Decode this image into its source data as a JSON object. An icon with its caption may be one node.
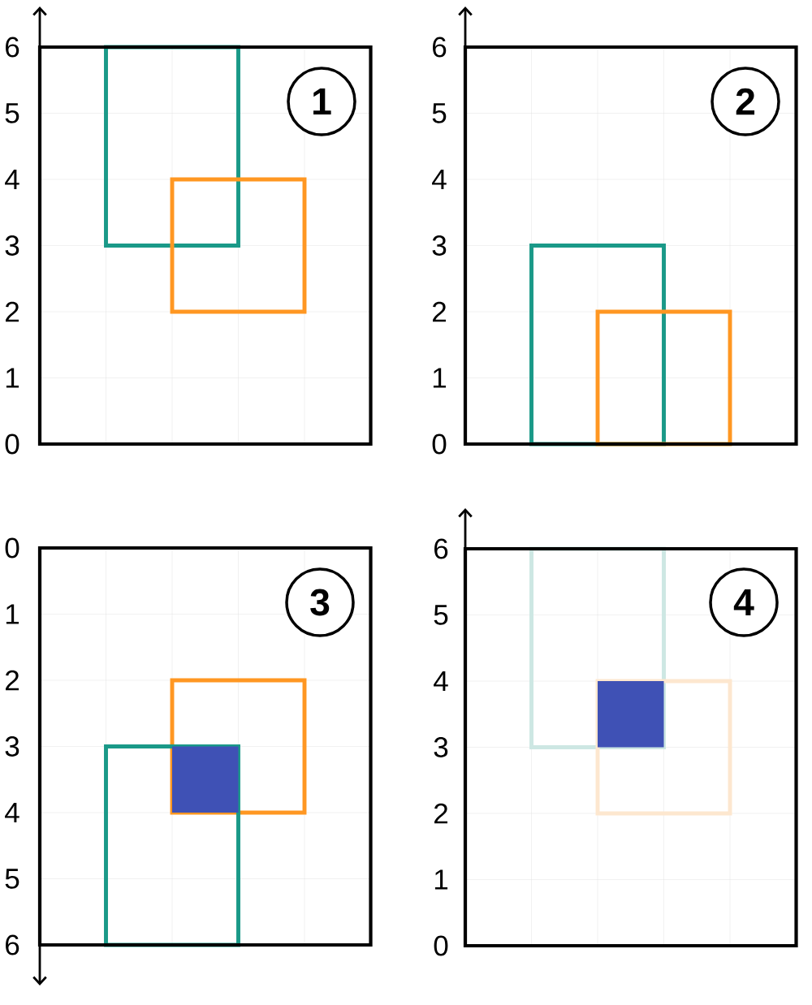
{
  "diagram": {
    "nodes": [
      {
        "text": [
          "1"
        ]
      },
      {
        "text": [
          "2"
        ]
      },
      {
        "text": [
          "3"
        ]
      },
      {
        "text": [
          "4"
        ]
      }
    ],
    "labels": [
      "6",
      "5",
      "4",
      "3",
      "2",
      "1",
      "0",
      "6",
      "5",
      "4",
      "3",
      "2",
      "1",
      "0",
      "0",
      "1",
      "2",
      "3",
      "4",
      "5",
      "6",
      "6",
      "5",
      "4",
      "3",
      "2",
      "1",
      "0"
    ]
  }
}
